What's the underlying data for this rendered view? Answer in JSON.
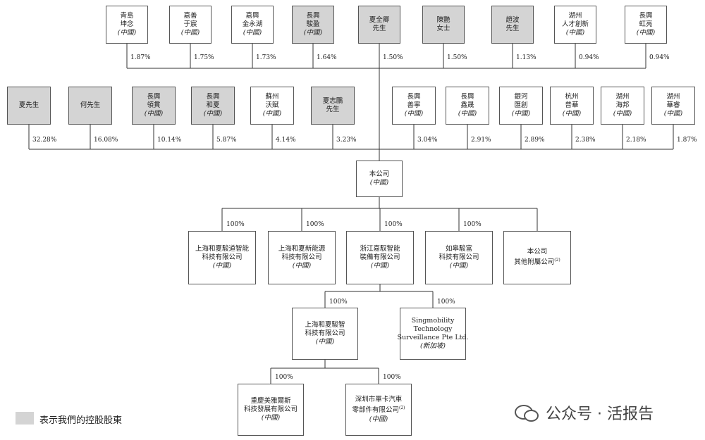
{
  "top_row": [
    {
      "lines": [
        "青島",
        "坤念"
      ],
      "country": "(中國)",
      "pct": "1.87%",
      "shaded": false
    },
    {
      "lines": [
        "嘉善",
        "于宸"
      ],
      "country": "(中國)",
      "pct": "1.75%",
      "shaded": false
    },
    {
      "lines": [
        "嘉興",
        "金永湖"
      ],
      "country": "(中國)",
      "pct": "1.73%",
      "shaded": false
    },
    {
      "lines": [
        "長興",
        "駿盈"
      ],
      "country": "(中國)",
      "pct": "1.64%",
      "shaded": true
    },
    {
      "lines": [
        "夏全卿",
        "先生"
      ],
      "country": "",
      "pct": "1.50%",
      "shaded": true
    },
    {
      "lines": [
        "陳艷",
        "女士"
      ],
      "country": "",
      "pct": "1.50%",
      "shaded": true
    },
    {
      "lines": [
        "趙波",
        "先生"
      ],
      "country": "",
      "pct": "1.13%",
      "shaded": true
    },
    {
      "lines": [
        "湖州",
        "人才創新"
      ],
      "country": "(中國)",
      "pct": "0.94%",
      "shaded": false
    },
    {
      "lines": [
        "長興",
        "虹亮"
      ],
      "country": "(中國)",
      "pct": "0.94%",
      "shaded": false
    }
  ],
  "second_row": [
    {
      "lines": [
        "夏先生"
      ],
      "country": "",
      "pct": "32.28%",
      "shaded": true
    },
    {
      "lines": [
        "何先生"
      ],
      "country": "",
      "pct": "16.08%",
      "shaded": true
    },
    {
      "lines": [
        "長興",
        "領貫"
      ],
      "country": "(中國)",
      "pct": "10.14%",
      "shaded": true
    },
    {
      "lines": [
        "長興",
        "和夏"
      ],
      "country": "(中國)",
      "pct": "5.87%",
      "shaded": true
    },
    {
      "lines": [
        "蘇州",
        "沃賦"
      ],
      "country": "(中國)",
      "pct": "4.14%",
      "shaded": false
    },
    {
      "lines": [
        "夏志鵬",
        "先生"
      ],
      "country": "",
      "pct": "3.23%",
      "shaded": true
    },
    {
      "lines": [
        "長興",
        "善寧"
      ],
      "country": "(中國)",
      "pct": "3.04%",
      "shaded": false
    },
    {
      "lines": [
        "長興",
        "鑫晟"
      ],
      "country": "(中國)",
      "pct": "2.91%",
      "shaded": false
    },
    {
      "lines": [
        "銀河",
        "匯創"
      ],
      "country": "(中國)",
      "pct": "2.89%",
      "shaded": false
    },
    {
      "lines": [
        "杭州",
        "普華"
      ],
      "country": "(中國)",
      "pct": "2.38%",
      "shaded": false
    },
    {
      "lines": [
        "湖州",
        "海邦"
      ],
      "country": "(中國)",
      "pct": "2.18%",
      "shaded": false
    },
    {
      "lines": [
        "湖州",
        "華睿"
      ],
      "country": "(中國)",
      "pct": "1.87%",
      "shaded": false
    }
  ],
  "company": {
    "lines": [
      "本公司"
    ],
    "country": "(中國)"
  },
  "subsidiaries": [
    {
      "lines": [
        "上海和夏駿道智能",
        "科技有限公司"
      ],
      "country": "(中國)",
      "pct": "100%",
      "note": ""
    },
    {
      "lines": [
        "上海和夏新能源",
        "科技有限公司"
      ],
      "country": "(中國)",
      "pct": "100%",
      "note": ""
    },
    {
      "lines": [
        "浙江嘉馭智能",
        "裝備有限公司"
      ],
      "country": "(中國)",
      "pct": "100%",
      "note": ""
    },
    {
      "lines": [
        "如皋駿富",
        "科技有限公司"
      ],
      "country": "(中國)",
      "pct": "100%",
      "note": ""
    },
    {
      "lines": [
        "本公司",
        "其他附屬公司"
      ],
      "country": "",
      "pct": "",
      "note": "(2)"
    }
  ],
  "third_level": [
    {
      "lines": [
        "上海和夏駿智",
        "科技有限公司"
      ],
      "country": "(中國)",
      "pct": "100%",
      "note": ""
    },
    {
      "lines": [
        "Singmobility",
        "Technology",
        "Surveillance Pte Ltd."
      ],
      "country": "(新加坡)",
      "pct": "100%",
      "note": ""
    }
  ],
  "fourth_level": [
    {
      "lines": [
        "重慶美雅爾斯",
        "科技發展有限公司"
      ],
      "country": "(中國)",
      "pct": "100%",
      "note": ""
    },
    {
      "lines": [
        "深圳市單卡汽車",
        "零部件有限公司"
      ],
      "country": "(中國)",
      "pct": "100%",
      "note": "(2)"
    }
  ],
  "legend": {
    "label": "表示我們的控股股東"
  },
  "watermark": {
    "text": "公众号 · 活报告",
    "icon": "wechat-icon"
  },
  "colors": {
    "shaded": "#d4d4d4",
    "line": "#333333"
  }
}
